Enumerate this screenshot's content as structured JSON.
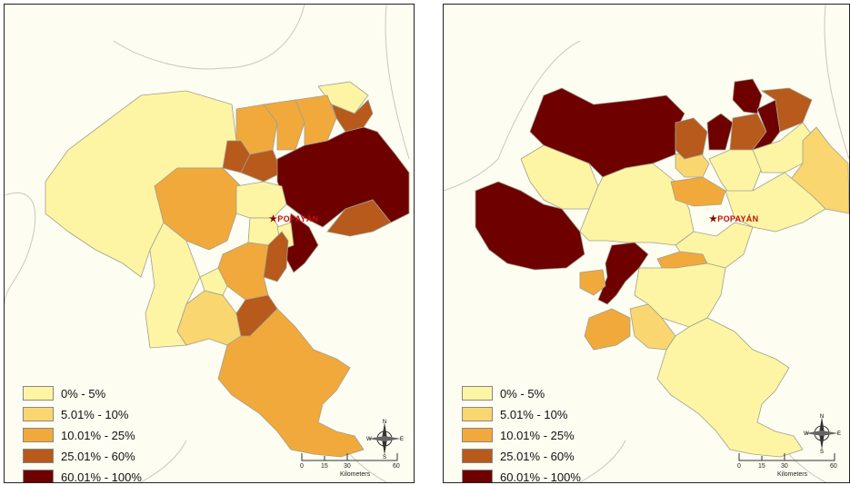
{
  "legend": {
    "items": [
      {
        "label": "0% - 5%",
        "color": "#fdf5a3"
      },
      {
        "label": "5.01% - 10%",
        "color": "#f9d66f"
      },
      {
        "label": "10.01% - 25%",
        "color": "#f2a93b"
      },
      {
        "label": "25.01% - 60%",
        "color": "#b75a1b"
      },
      {
        "label": "60.01% - 100%",
        "color": "#6e0000"
      }
    ]
  },
  "city_label": "POPAYÁN",
  "north_arrow": {
    "n": "N",
    "s": "S",
    "e": "E",
    "w": "W"
  },
  "scale": {
    "ticks": [
      "0",
      "15",
      "30",
      "60"
    ],
    "unit": "Kilometers"
  }
}
